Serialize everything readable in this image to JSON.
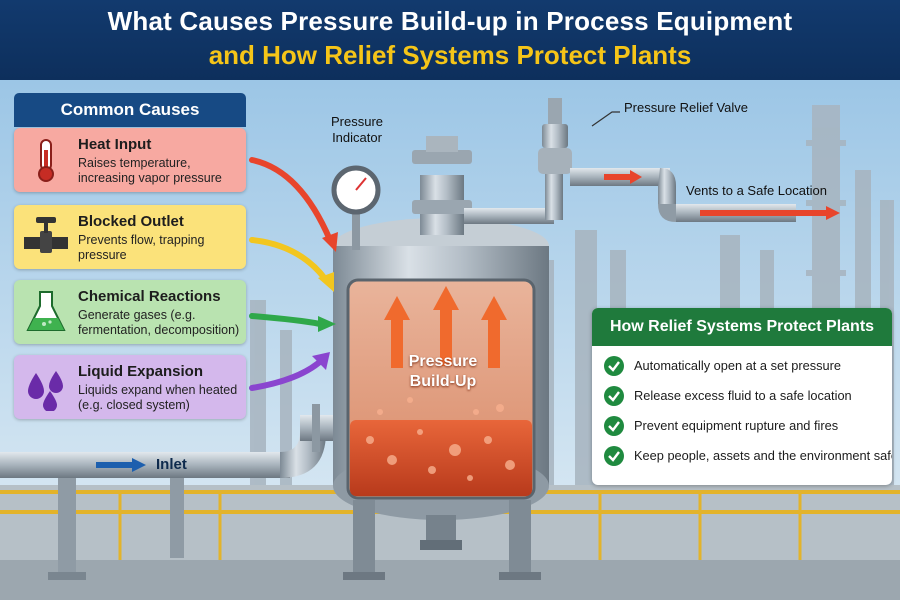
{
  "header": {
    "title_line1": "What Causes Pressure Build-up in Process Equipment",
    "title_line2": "and How Relief Systems Protect Plants"
  },
  "causes": {
    "heading": "Common Causes",
    "items": [
      {
        "title": "Heat Input",
        "desc": "Raises temperature, increasing vapor pressure",
        "icon": "thermometer-icon",
        "bg": "#f7a9a1",
        "arrow_color": "#e8452c"
      },
      {
        "title": "Blocked Outlet",
        "desc": "Prevents flow, trapping pressure",
        "icon": "valve-icon",
        "bg": "#fbe27a",
        "arrow_color": "#f2c61f"
      },
      {
        "title": "Chemical Reactions",
        "desc": "Generate gases (e.g. fermentation, decomposition)",
        "icon": "flask-icon",
        "bg": "#b9e3b0",
        "arrow_color": "#2fa84a"
      },
      {
        "title": "Liquid Expansion",
        "desc": "Liquids expand when heated (e.g. closed system)",
        "icon": "droplets-icon",
        "bg": "#d4b8ec",
        "arrow_color": "#8a45cf"
      }
    ]
  },
  "labels": {
    "pressure_indicator": "Pressure Indicator",
    "relief_valve": "Pressure Relief Valve",
    "vents": "Vents to a Safe Location",
    "inlet": "Inlet",
    "vessel_text": "Pressure Build-Up"
  },
  "protection": {
    "heading": "How Relief Systems Protect Plants",
    "items": [
      "Automatically open at a set pressure",
      "Release excess fluid to a safe location",
      "Prevent equipment rupture and fires",
      "Keep people, assets and the environment safe"
    ]
  },
  "colors": {
    "header_bg": "#0d2f5c",
    "title_accent": "#f5c518",
    "causes_header_bg": "#174a84",
    "protect_header_bg": "#1f7a3c",
    "check_green": "#1f8a3f",
    "flow_arrow": "#e8452c",
    "inlet_arrow": "#1d5fae",
    "liquid": "#d9532a"
  }
}
